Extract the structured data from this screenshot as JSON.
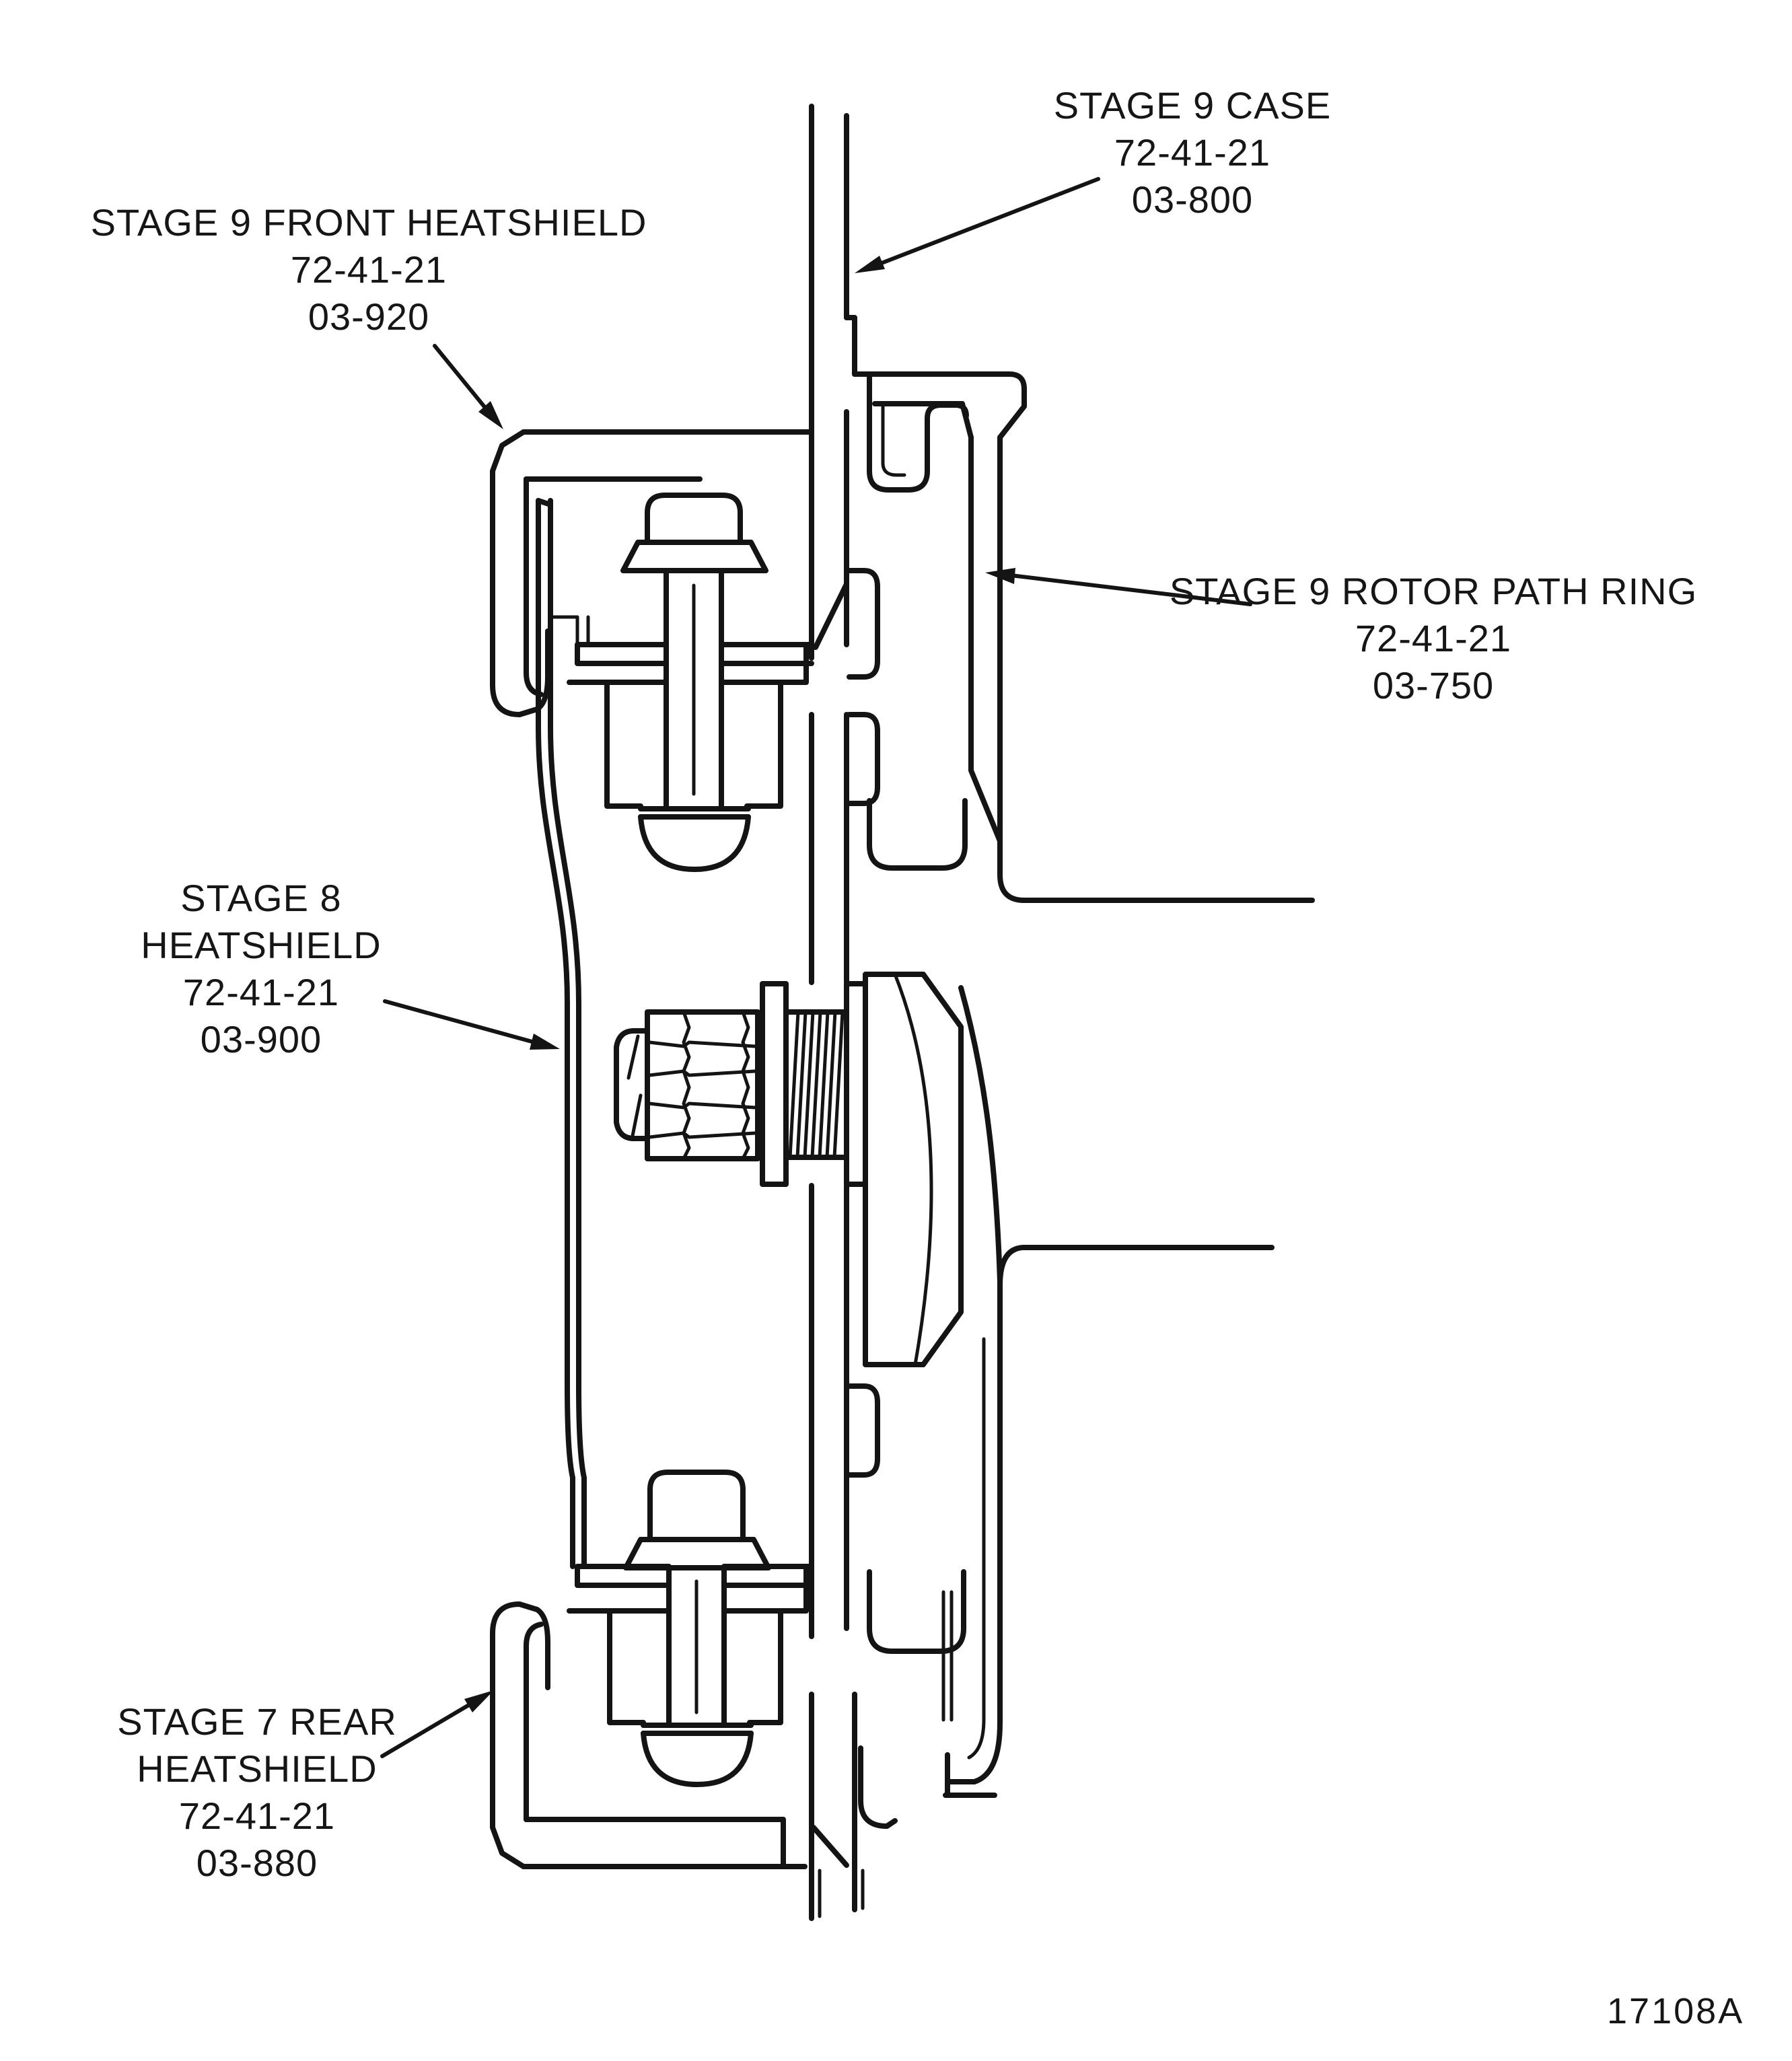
{
  "figure": {
    "number": "17108A",
    "type": "engine-compressor-heatshield-cross-section",
    "background_color": "#ffffff",
    "line_color": "#141414"
  },
  "labels": {
    "stage9_case": {
      "lines": [
        "STAGE 9 CASE",
        "72-41-21",
        "03-800"
      ]
    },
    "stage9_front_heatshield": {
      "lines": [
        "STAGE 9 FRONT HEATSHIELD",
        "72-41-21",
        "03-920"
      ]
    },
    "stage9_rotor_path_ring": {
      "lines": [
        "STAGE 9 ROTOR PATH RING",
        "72-41-21",
        "03-750"
      ]
    },
    "stage8_heatshield": {
      "lines": [
        "STAGE 8",
        "HEATSHIELD",
        "72-41-21",
        "03-900"
      ]
    },
    "stage7_rear_heatshield": {
      "lines": [
        "STAGE 7 REAR",
        "HEATSHIELD",
        "72-41-21",
        "03-880"
      ]
    }
  }
}
